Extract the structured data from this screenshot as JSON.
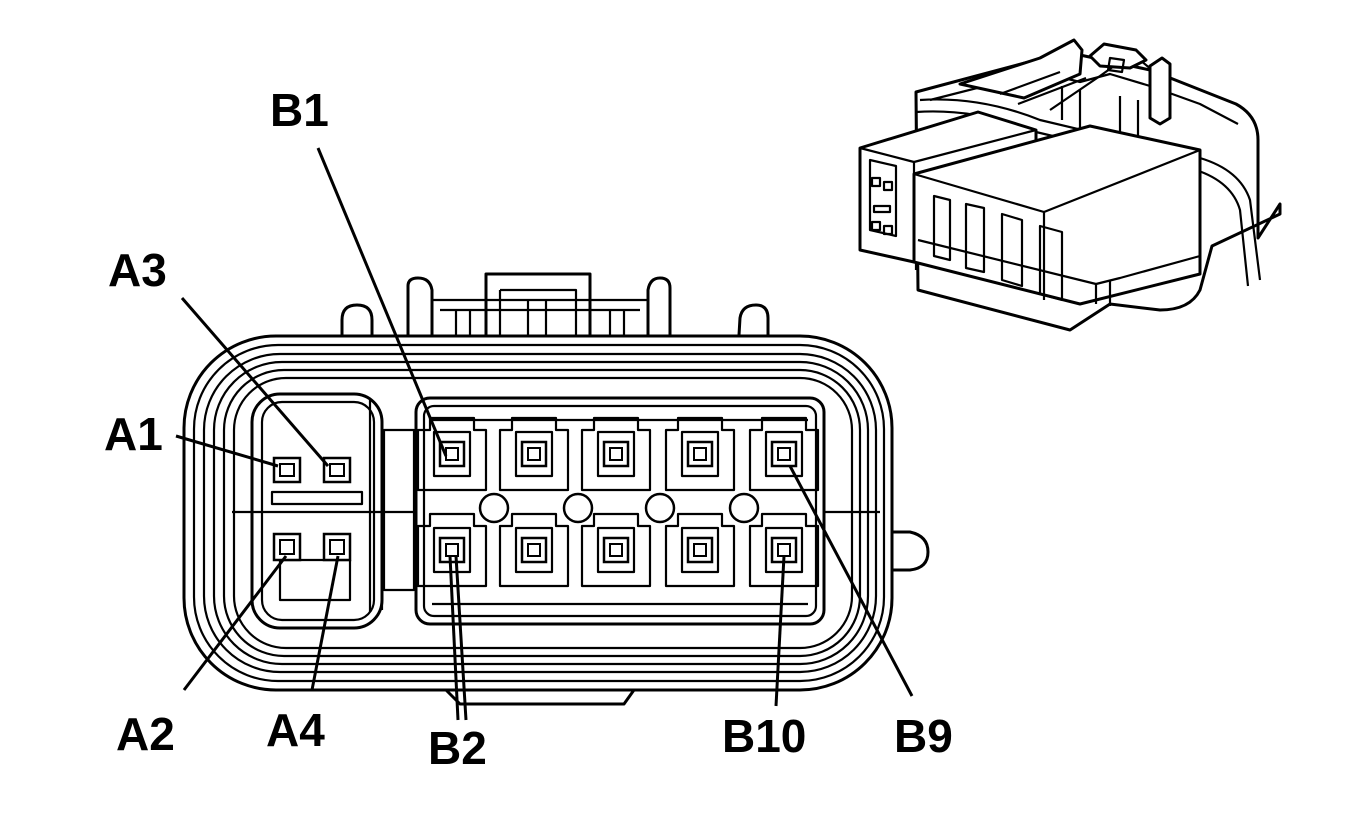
{
  "diagram": {
    "pin_labels": {
      "B1": "B1",
      "A3": "A3",
      "A1": "A1",
      "A2": "A2",
      "A4": "A4",
      "B2": "B2",
      "B10": "B10",
      "B9": "B9"
    },
    "colors": {
      "line": "#000000",
      "background": "#ffffff"
    }
  }
}
